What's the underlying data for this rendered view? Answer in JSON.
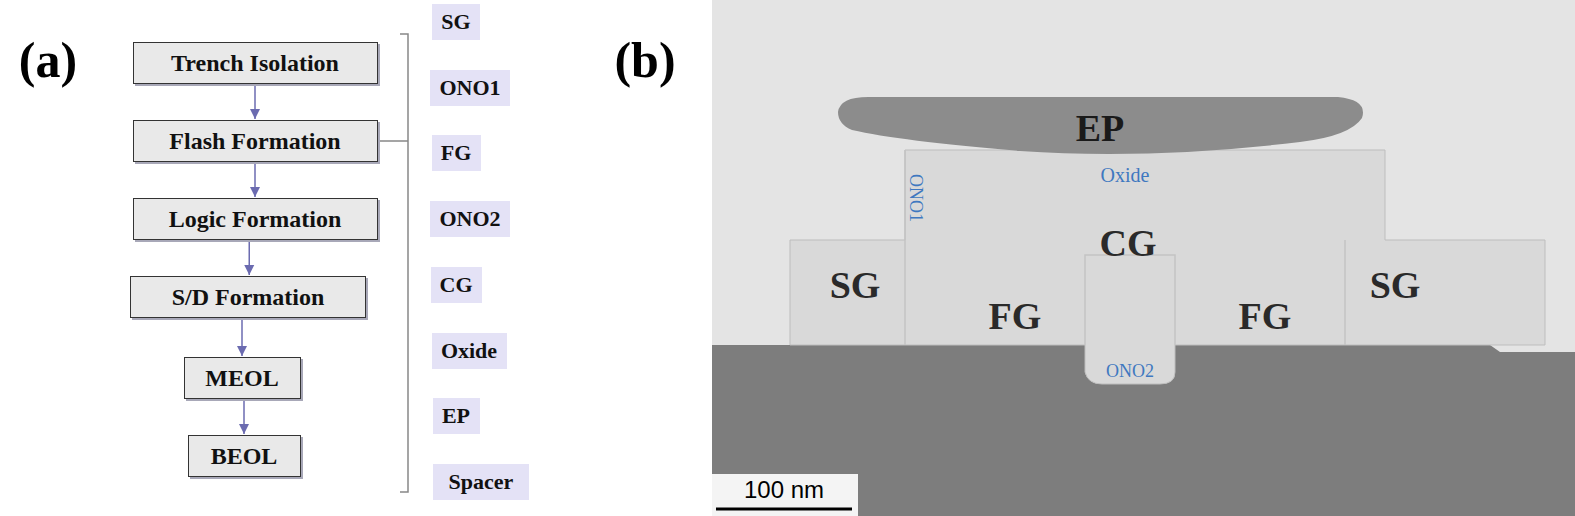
{
  "diagram": {
    "nodes": [
      {
        "text": [
          "Trench Isolation"
        ]
      },
      {
        "text": [
          "Flash Formation"
        ]
      },
      {
        "text": [
          "Logic Formation"
        ]
      },
      {
        "text": [
          "S/D Formation"
        ]
      },
      {
        "text": [
          "MEOL"
        ]
      },
      {
        "text": [
          "BEOL"
        ]
      },
      {
        "text": [
          "SG"
        ]
      },
      {
        "text": [
          "ONO1"
        ]
      },
      {
        "text": [
          "FG"
        ]
      },
      {
        "text": [
          "ONO2"
        ]
      },
      {
        "text": [
          "CG"
        ]
      },
      {
        "text": [
          "Oxide"
        ]
      },
      {
        "text": [
          "EP"
        ]
      },
      {
        "text": [
          "Spacer"
        ]
      }
    ],
    "edges": [
      {
        "from": 0,
        "to": 1,
        "arrow": "to"
      },
      {
        "from": 1,
        "to": 2,
        "arrow": "to"
      },
      {
        "from": 2,
        "to": 3,
        "arrow": "to"
      },
      {
        "from": 3,
        "to": 4,
        "arrow": "to"
      },
      {
        "from": 4,
        "to": 5,
        "arrow": "to"
      }
    ],
    "labels": [
      "(a)",
      "(b)",
      "EP",
      "Oxide",
      "ONO1",
      "CG",
      "SG",
      "FG",
      "FG",
      "SG",
      "ONO2",
      "100 nm"
    ]
  }
}
